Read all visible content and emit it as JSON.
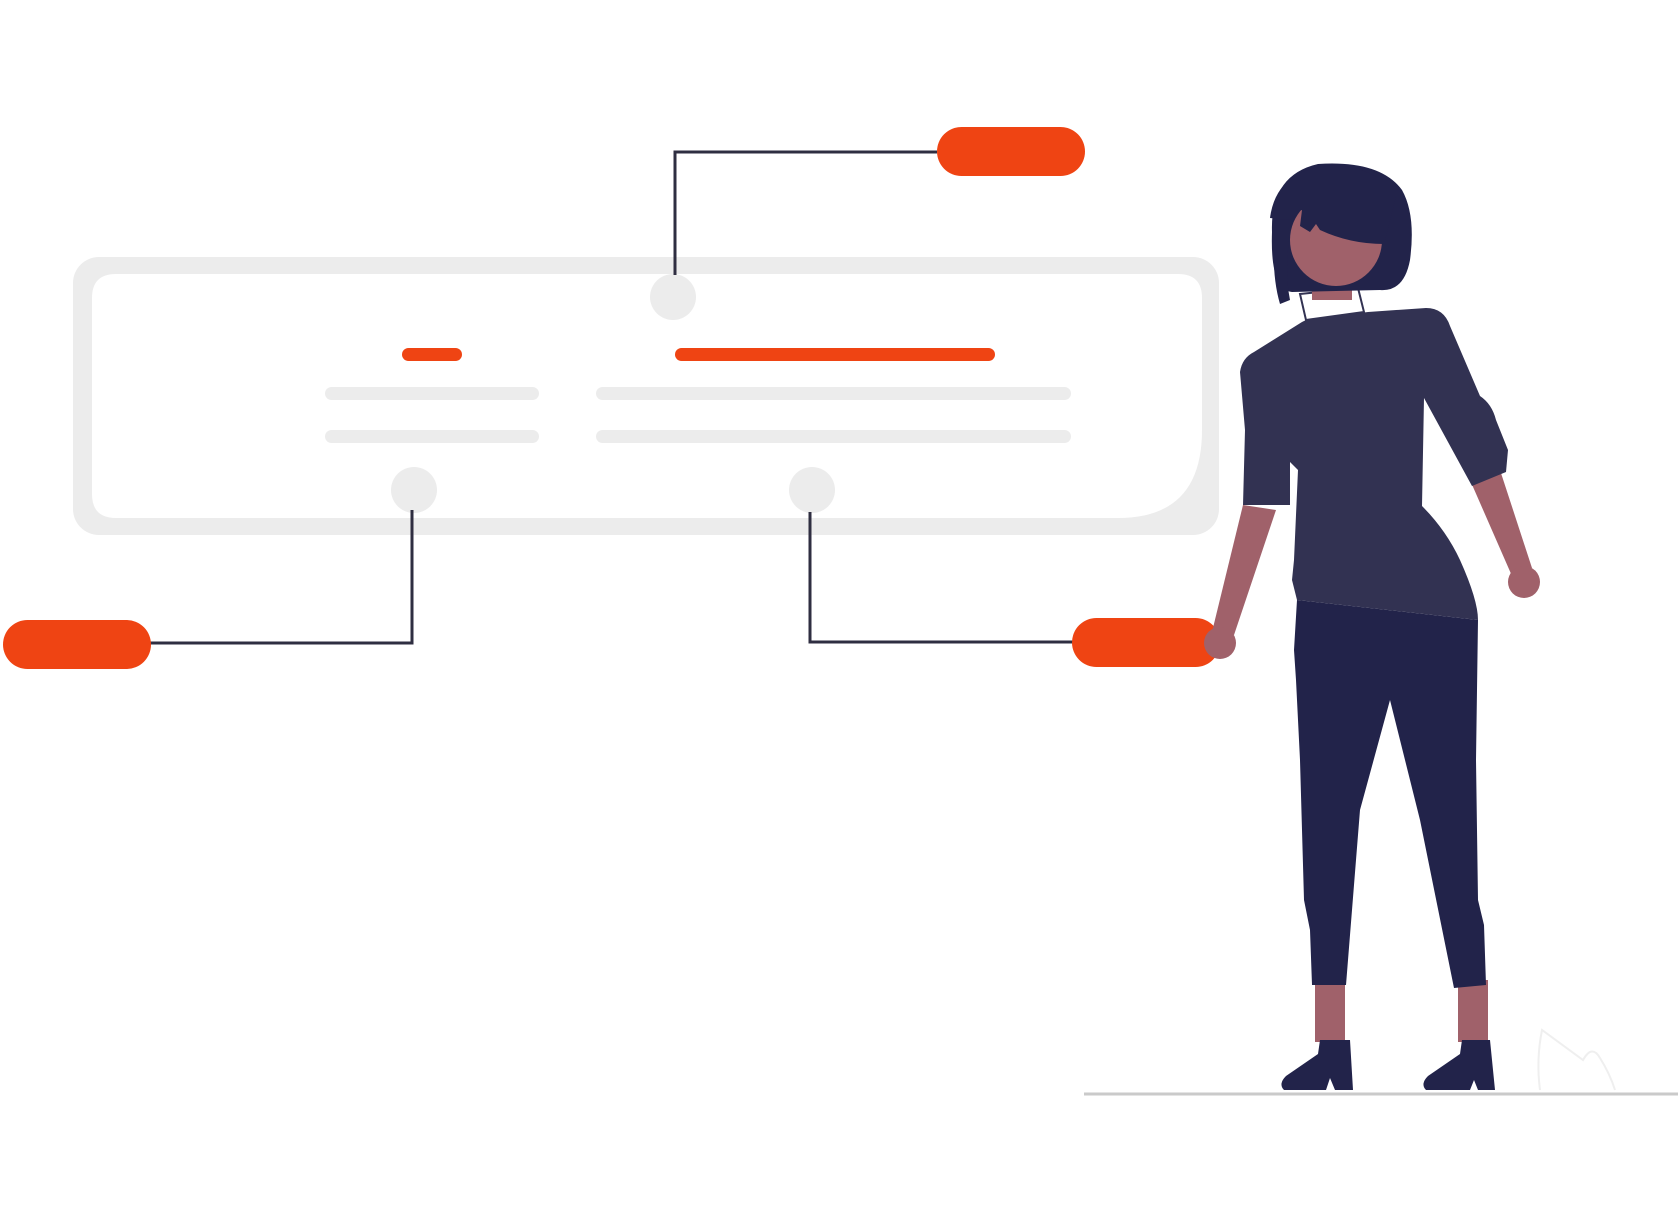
{
  "colors": {
    "accent": "#ef4413",
    "panel": "#ececec",
    "panel_inner": "#ffffff",
    "placeholder_line": "#ececec",
    "connector": "#2f2e41",
    "skin": "#a0616a",
    "hair": "#22234a",
    "shirt": "#323252",
    "pants": "#22234a",
    "shoe": "#22234a",
    "ground": "#cacaca"
  },
  "callouts": [
    {
      "name": "callout-top",
      "icon": "pill-tag"
    },
    {
      "name": "callout-left",
      "icon": "pill-tag"
    },
    {
      "name": "callout-right",
      "icon": "pill-tag"
    }
  ],
  "figure": {
    "pose": "standing",
    "icon": "person-figure"
  }
}
